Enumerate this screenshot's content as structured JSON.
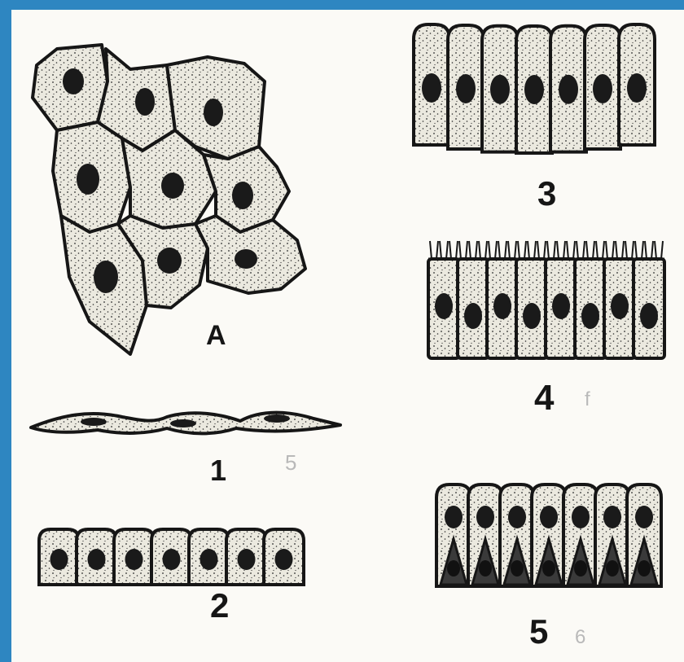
{
  "figures": {
    "surface_view": {
      "label": "A"
    },
    "fig1": {
      "label": "1",
      "aside": "5"
    },
    "fig2": {
      "label": "2"
    },
    "fig3": {
      "label": "3"
    },
    "fig4": {
      "label": "4",
      "aside": "f"
    },
    "fig5": {
      "label": "5",
      "aside": "6"
    }
  },
  "colors": {
    "border": "#2e86c1",
    "paper": "#fbfaf6",
    "cell_fill": "#ebe9df",
    "ink": "#161616"
  }
}
